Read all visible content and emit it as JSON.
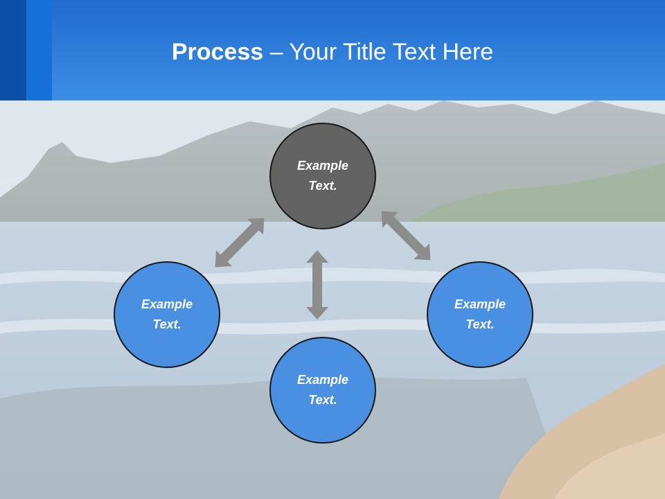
{
  "slide": {
    "title_bold": "Process",
    "title_rest": " – Your Title Text Here"
  },
  "diagram": {
    "nodes": [
      {
        "id": "center",
        "text": "Example Text.",
        "color": "#636363"
      },
      {
        "id": "left",
        "text": "Example Text.",
        "color": "#4a90e2"
      },
      {
        "id": "bottom",
        "text": "Example Text.",
        "color": "#4a90e2"
      },
      {
        "id": "right",
        "text": "Example Text.",
        "color": "#4a90e2"
      }
    ],
    "arrow_color": "#8c8c8c",
    "header_color": "#2f7fdc"
  }
}
